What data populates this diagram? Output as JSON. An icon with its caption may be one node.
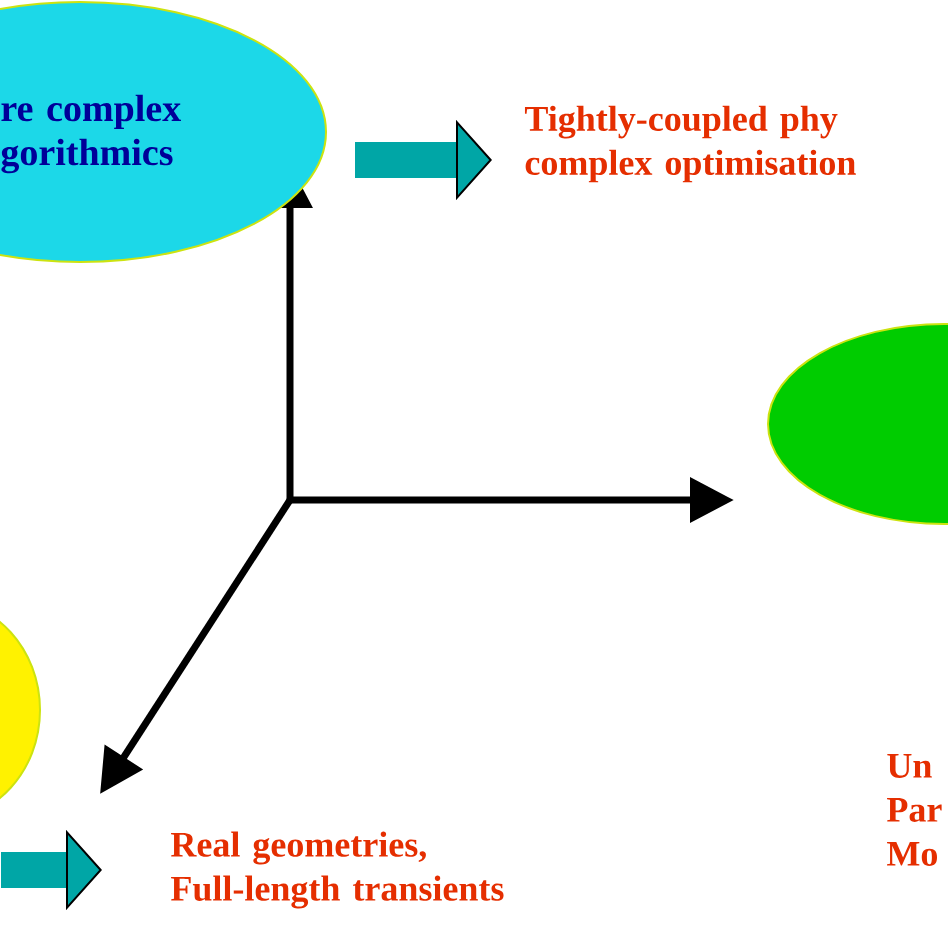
{
  "diagram": {
    "nodes": [
      {
        "text": [
          "re complex gorithmics"
        ]
      },
      {
        "text": [
          "Tightly-coupled phy complex optimisation"
        ]
      },
      {
        "text": [],
        "shape": "ellipse"
      },
      {
        "text": [],
        "shape": "ellipse"
      },
      {
        "text": [
          "Real geometries, Full-length transients"
        ]
      },
      {
        "text": [
          "Un Par Mo"
        ]
      }
    ],
    "edges": [
      {
        "from": 0,
        "to": 1,
        "arrow": "to"
      },
      {
        "from": 3,
        "to": 4,
        "arrow": "to"
      }
    ]
  }
}
